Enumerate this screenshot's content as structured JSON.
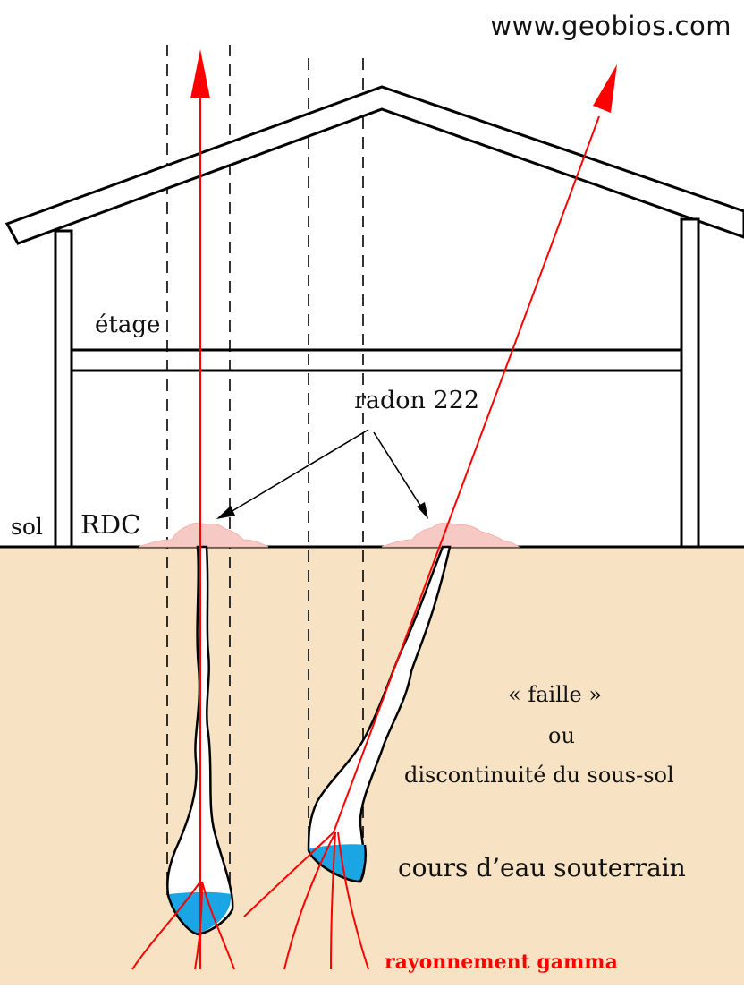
{
  "site": "www.geobios.com",
  "labels": {
    "floor": "étage",
    "radon": "radon 222",
    "ground": "sol",
    "ground_floor": "RDC",
    "fault_line1": "« faille »",
    "fault_line2": "ou",
    "fault_line3": "discontinuité du sous-sol",
    "water": "cours d’eau souterrain",
    "gamma": "rayonnement gamma"
  },
  "colors": {
    "soil": "#f7e3c4",
    "radon_cloud": "#f7c9c4",
    "water": "#1aa6e4",
    "ray": "#ff0000",
    "lines": "#000000"
  }
}
